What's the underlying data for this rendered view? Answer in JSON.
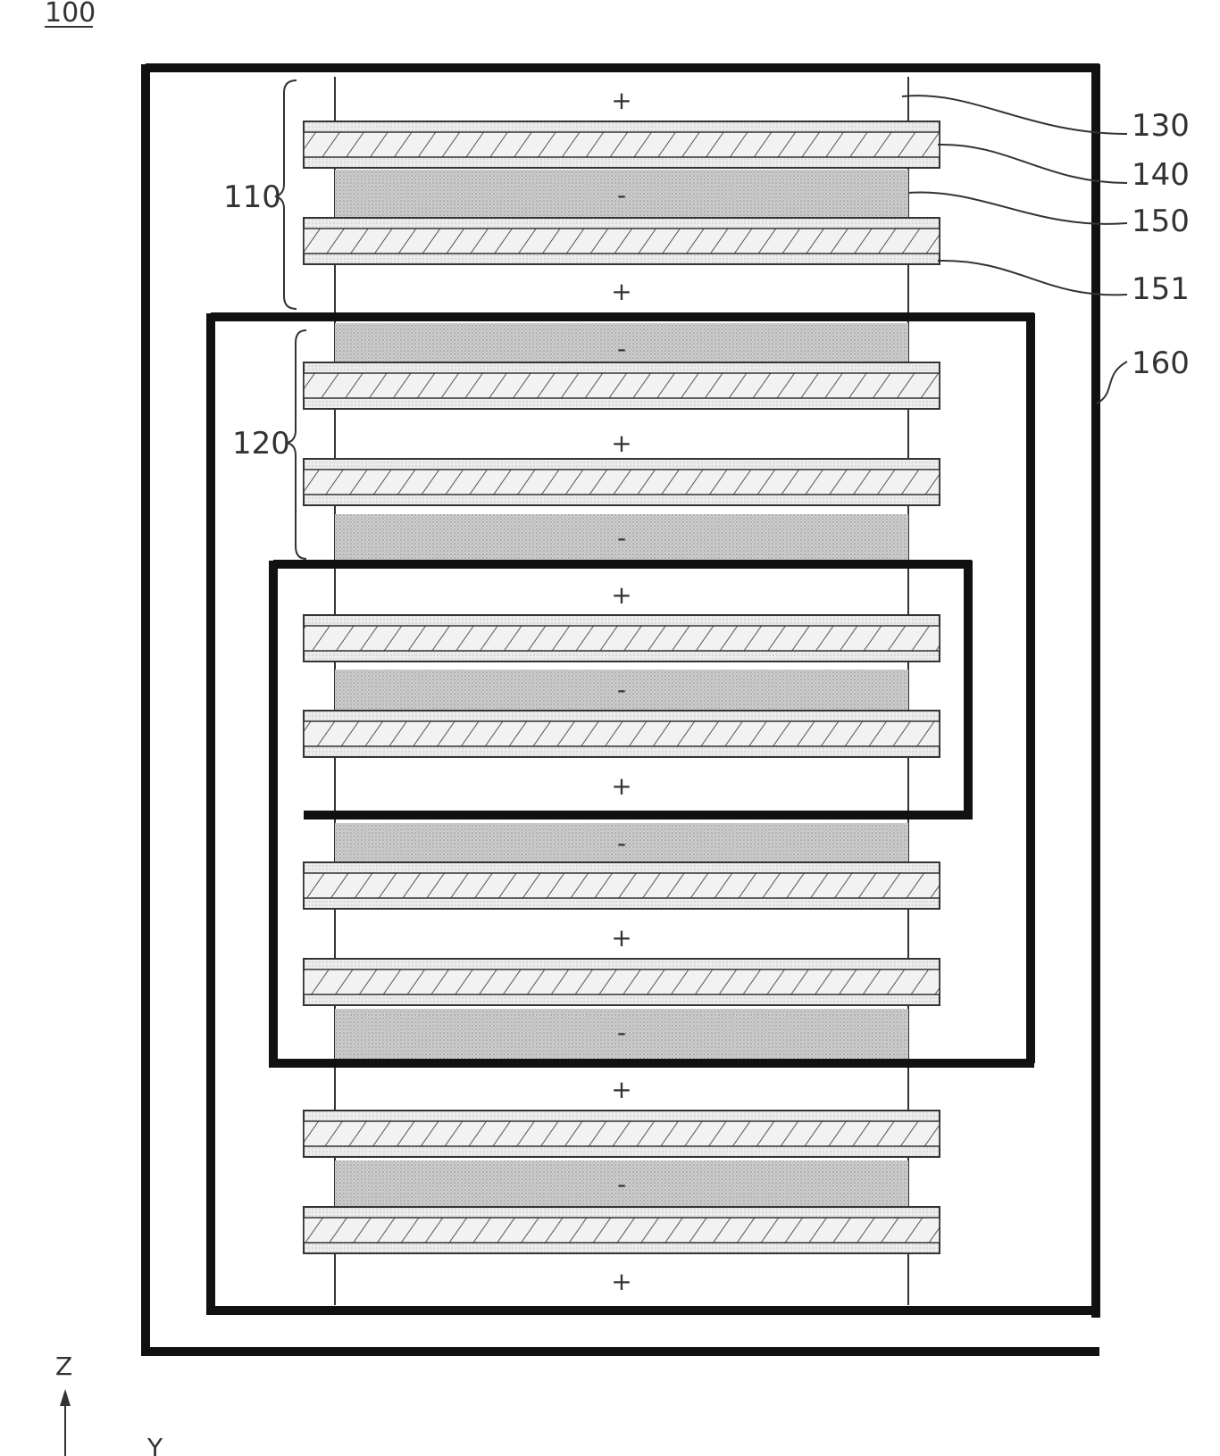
{
  "figure": {
    "title": "100",
    "labels": {
      "cell_110": "110",
      "cell_120": "120",
      "electrolyte_130": "130",
      "separator_140": "140",
      "anode_150": "150",
      "current_collector_151": "151",
      "case_160": "160"
    },
    "axes": {
      "vertical": "Z",
      "horizontal": "Y"
    },
    "signs": {
      "positive": "+",
      "negative": "-"
    },
    "layer_sequence": [
      "+",
      "-",
      "+",
      "-",
      "+",
      "-",
      "+",
      "-",
      "+",
      "-",
      "+",
      "-",
      "+"
    ],
    "colors": {
      "ink": "#111111",
      "negative_fill": "#c9c9c9",
      "separator_fill": "#efefef",
      "hatch_stroke": "#555555"
    }
  }
}
